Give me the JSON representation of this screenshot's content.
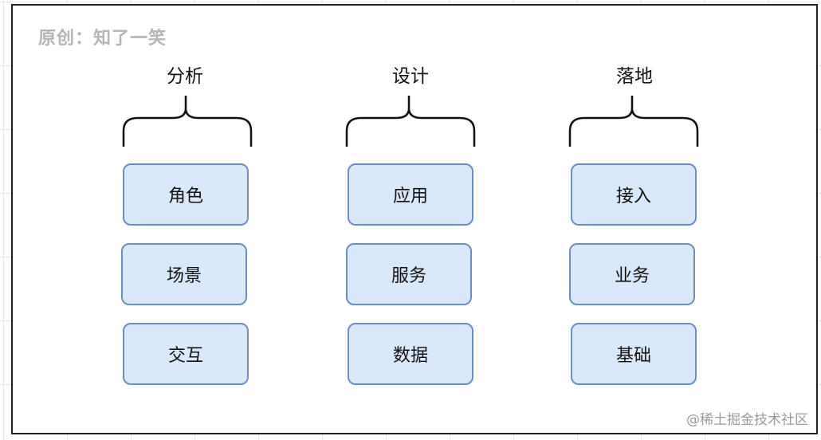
{
  "watermark": "原创：知了一笑",
  "footer_watermark": "@稀土掘金技术社区",
  "colors": {
    "box_fill": "#dae8fc",
    "box_border": "#6c8ebf",
    "frame": "#222222"
  },
  "columns": [
    {
      "title": "分析",
      "items": [
        "角色",
        "场景",
        "交互"
      ]
    },
    {
      "title": "设计",
      "items": [
        "应用",
        "服务",
        "数据"
      ]
    },
    {
      "title": "落地",
      "items": [
        "接入",
        "业务",
        "基础"
      ]
    }
  ]
}
